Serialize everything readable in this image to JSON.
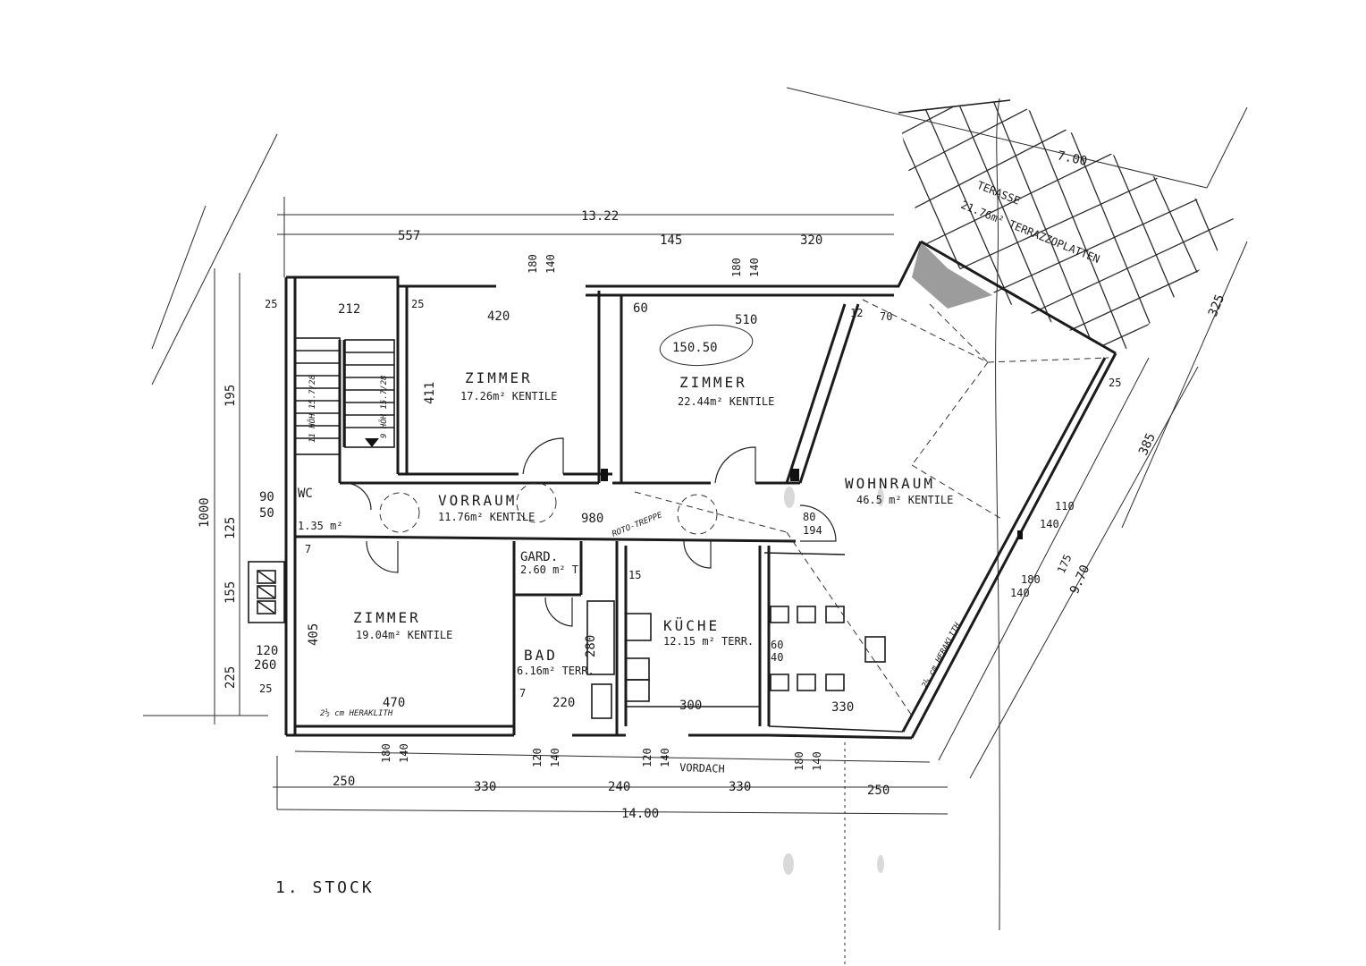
{
  "plan": {
    "floor_label": "1. STOCK",
    "rooms": [
      {
        "name": "ZIMMER",
        "area": "17.26m² KENTILE"
      },
      {
        "name": "ZIMMER",
        "area": "22.44m² KENTILE"
      },
      {
        "name": "WOHNRAUM",
        "area": "46.5 m² KENTILE"
      },
      {
        "name": "VORRAUM",
        "area": "11.76m² KENTILE"
      },
      {
        "name": "WC",
        "area": "1.35 m²"
      },
      {
        "name": "ZIMMER",
        "area": "19.04m² KENTILE"
      },
      {
        "name": "GARD.",
        "area": "2.60 m² T."
      },
      {
        "name": "BAD",
        "area": "6.16m² TERR."
      },
      {
        "name": "KÜCHE",
        "area": "12.15 m² TERR."
      }
    ],
    "terrace": {
      "name": "TERASSE",
      "area": "21.76m² TERRAZZOPLATTEN"
    },
    "annotations": {
      "hand_note": "150.50",
      "stair_label": "ROTO-TREPPE",
      "canopy": "VORDACH",
      "heraklith_bottom": "2½ cm HERAKLITH",
      "heraklith_right": "2½ cm HERAKLITH",
      "stair_steps_1": "11 HÖH 15.7/28",
      "stair_steps_2": "9 HÖH 15.7/28"
    },
    "dimensions": {
      "top_total": "13.22",
      "top_parts": [
        "557",
        "145",
        "320"
      ],
      "terrace_top": "7.00",
      "terrace_side": "325",
      "right_side": [
        "385",
        "9.70"
      ],
      "bottom_total": "14.00",
      "bottom_parts": [
        "250",
        "330",
        "240",
        "330",
        "250"
      ],
      "left_side": [
        "195",
        "1000",
        "125",
        "155",
        "225"
      ],
      "room_widths": [
        "212",
        "420",
        "510",
        "470",
        "220",
        "300",
        "330"
      ],
      "room_heights": [
        "411",
        "405",
        "280"
      ],
      "openings": [
        "180",
        "140",
        "120",
        "90",
        "50",
        "60",
        "80",
        "194",
        "70",
        "25",
        "12",
        "7",
        "15",
        "40",
        "260",
        "980",
        "110",
        "175"
      ]
    }
  }
}
